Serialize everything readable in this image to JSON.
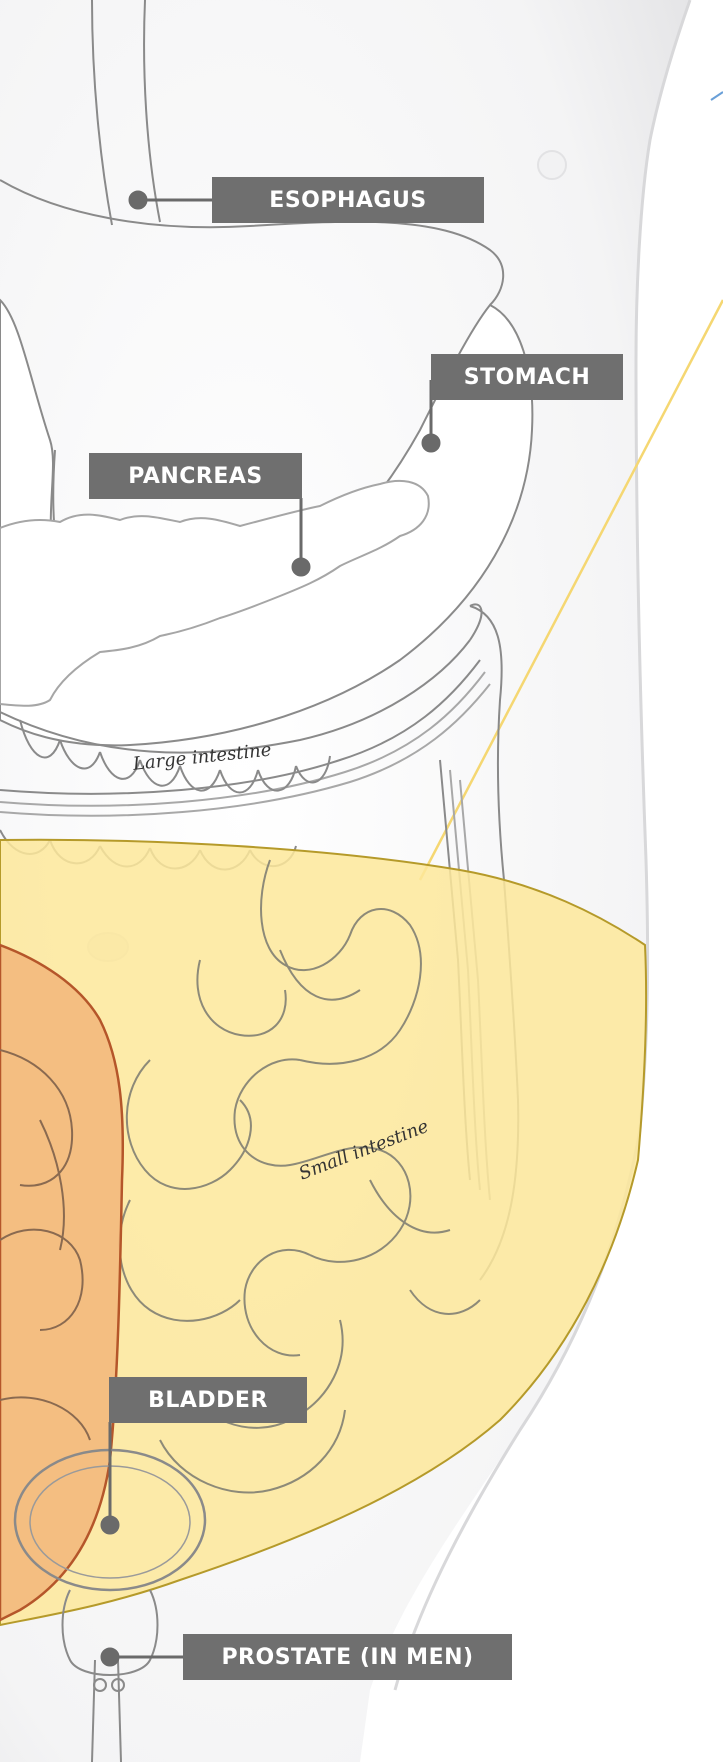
{
  "labels": {
    "esophagus": "ESOPHAGUS",
    "stomach": "STOMACH",
    "pancreas": "PANCREAS",
    "bladder": "BLADDER",
    "prostate": "PROSTATE (IN MEN)"
  },
  "organ_captions": {
    "large_intestine": "Large intestine",
    "small_intestine": "Small intestine"
  },
  "colors": {
    "label_background": "#6f6f6f",
    "label_text": "#ffffff",
    "outline": "#8a8a8a",
    "yellow_region": "#fde89a",
    "yellow_border": "#b59a2a",
    "orange_region": "#f3b97c",
    "orange_border": "#b5562a",
    "pointer_line": "#f5d772"
  }
}
